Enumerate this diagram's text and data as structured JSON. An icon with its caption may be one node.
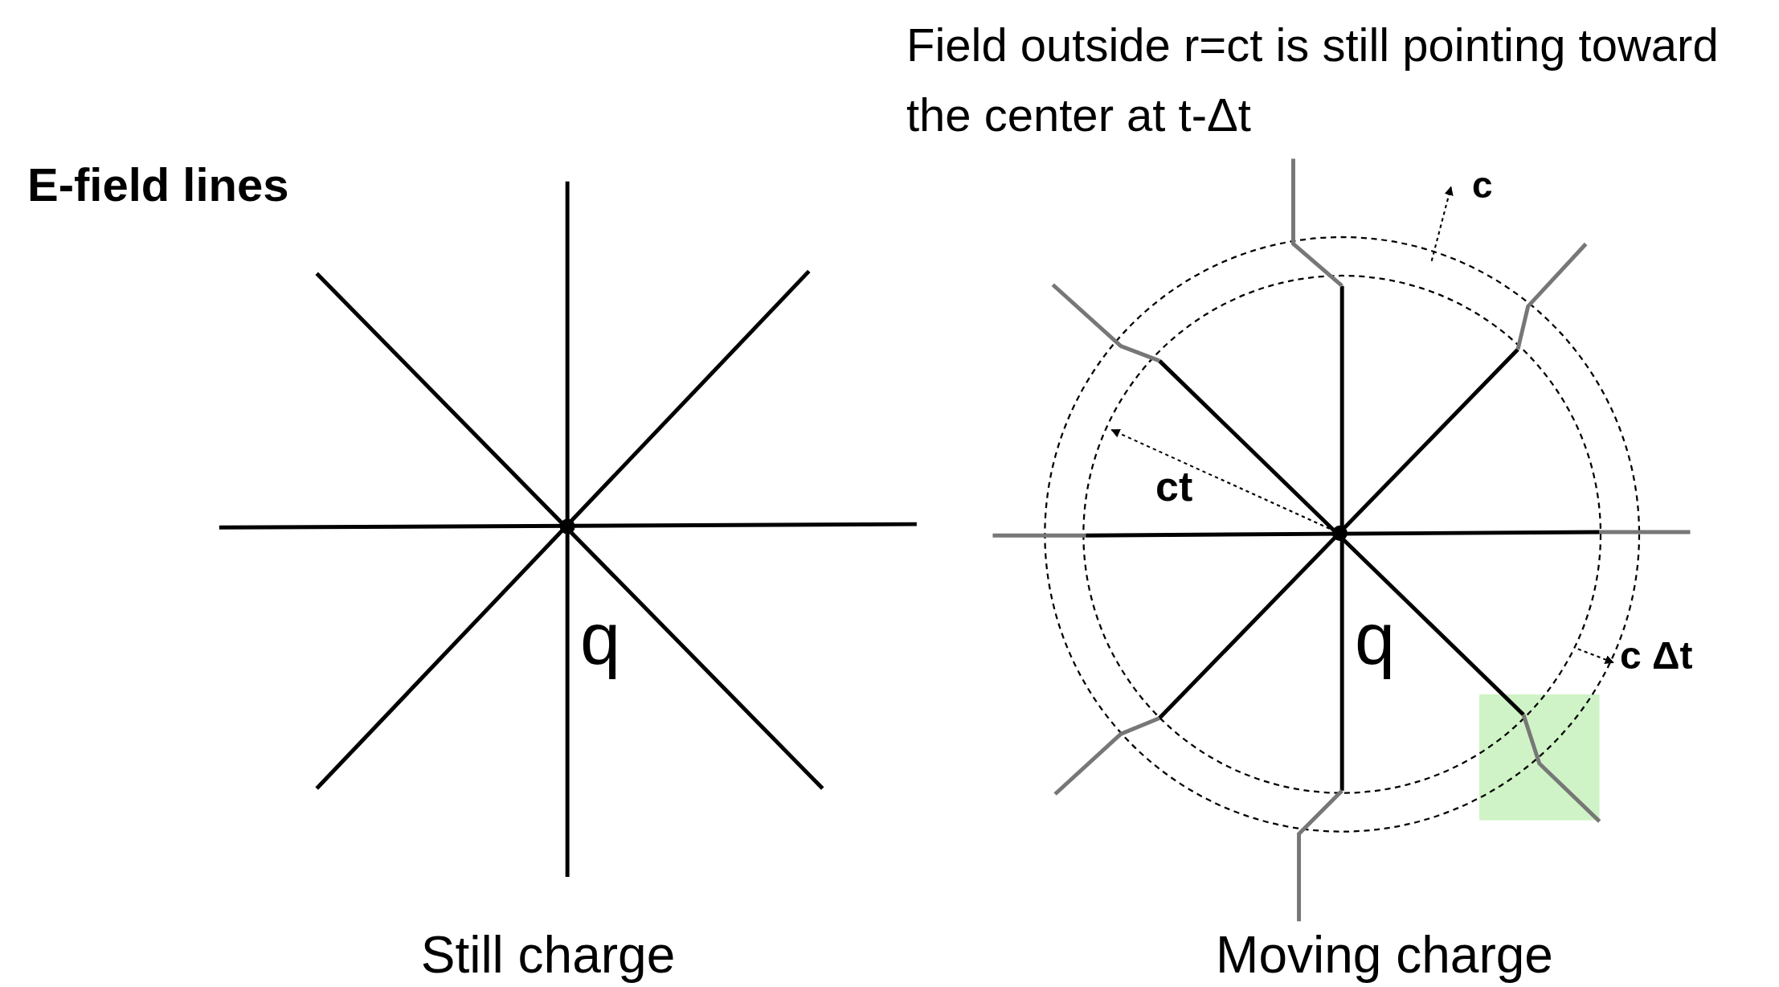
{
  "diagram": {
    "title": "E-field lines",
    "labels": [
      "Field outside r=ct is still pointing toward the center at t-Δt",
      "c",
      "ct",
      "q",
      "q",
      "c Δt",
      "Still charge",
      "Moving charge"
    ]
  }
}
